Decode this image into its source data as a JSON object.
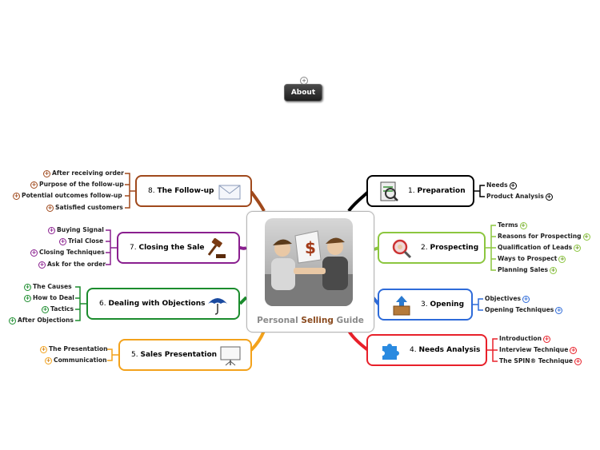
{
  "about": {
    "label": "About",
    "expand": "+"
  },
  "center": {
    "title_a": "Personal",
    "title_b": "Selling",
    "title_c": "Guide"
  },
  "topics": [
    {
      "num": "1.",
      "name": "Preparation",
      "color": "#000000",
      "icon": "clipboard-magnifier-icon",
      "subs": [
        "Needs",
        "Product Analysis"
      ]
    },
    {
      "num": "2.",
      "name": "Prospecting",
      "color": "#8cc63f",
      "icon": "magnifier-icon",
      "subs": [
        "Terms",
        "Reasons for Prospecting",
        "Qualification of Leads",
        "Ways to Prospect",
        "Planning Sales"
      ]
    },
    {
      "num": "3.",
      "name": "Opening",
      "color": "#2e6bd9",
      "icon": "box-upload-icon",
      "subs": [
        "Objectives",
        "Opening Techniques"
      ]
    },
    {
      "num": "4.",
      "name": "Needs Analysis",
      "color": "#e8202a",
      "icon": "puzzle-icon",
      "subs": [
        "Introduction",
        "Interview Technique",
        "The SPIN® Technique"
      ]
    },
    {
      "num": "5.",
      "name": "Sales Presentation",
      "color": "#f3a21b",
      "icon": "projector-screen-icon",
      "subs": [
        "The Presentation",
        "Communication"
      ]
    },
    {
      "num": "6.",
      "name": "Dealing with Objections",
      "color": "#1b8c2d",
      "icon": "umbrella-icon",
      "subs": [
        "The Causes",
        "How to Deal",
        "Tactics",
        "After Objections"
      ]
    },
    {
      "num": "7.",
      "name": "Closing the Sale",
      "color": "#8a1f8f",
      "icon": "gavel-icon",
      "subs": [
        "Buying Signal",
        "Trial Close",
        "Closing Techniques",
        "Ask for the order"
      ]
    },
    {
      "num": "8.",
      "name": "The Follow-up",
      "color": "#a0491c",
      "icon": "envelope-icon",
      "subs": [
        "After receiving order",
        "Purpose of the follow-up",
        "Potential outcomes follow-up",
        "Satisfied customers"
      ]
    }
  ]
}
